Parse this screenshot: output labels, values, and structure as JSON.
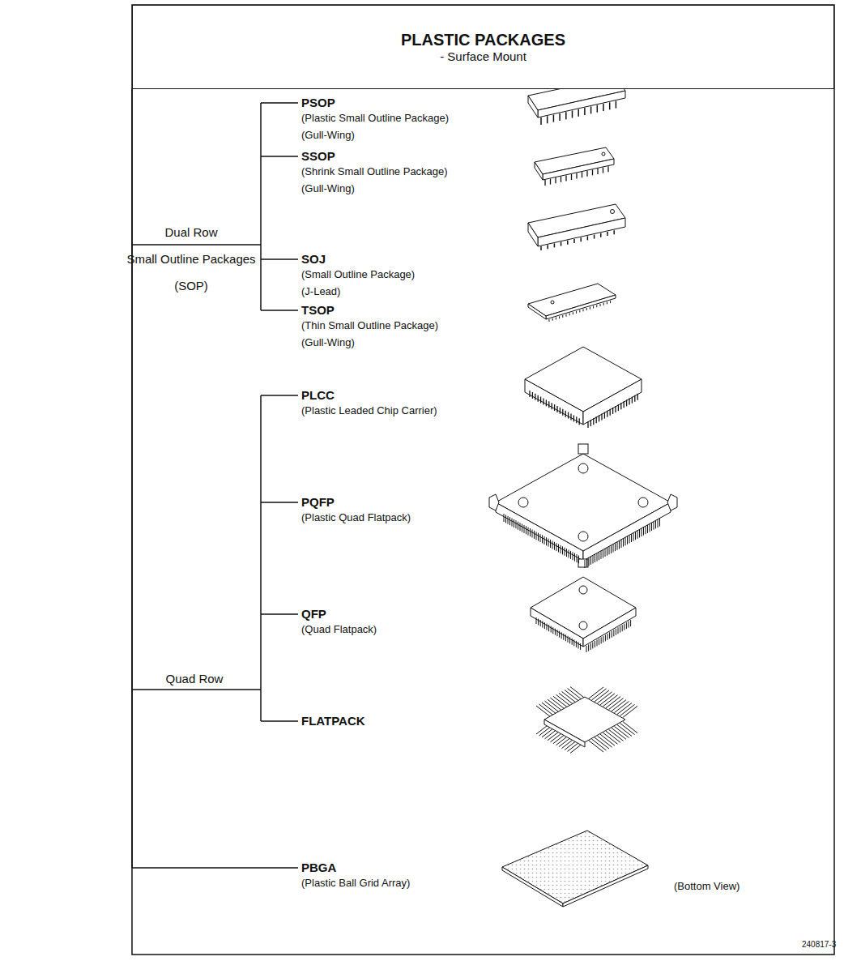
{
  "diagram": {
    "nodes": [
      {
        "text": [
          "PLASTIC PACKAGES",
          "- Surface Mount"
        ]
      }
    ],
    "labels": [
      "Dual Row",
      "Small Outline Packages",
      "(SOP)",
      "PSOP",
      "(Plastic Small Outline Package)",
      "(Gull-Wing)",
      "SSOP",
      "(Shrink Small Outline Package)",
      "(Gull-Wing)",
      "SOJ",
      "(Small Outline Package)",
      "(J-Lead)",
      "TSOP",
      "(Thin Small Outline Package)",
      "(Gull-Wing)",
      "PLCC",
      "(Plastic Leaded Chip Carrier)",
      "PQFP",
      "(Plastic Quad Flatpack)",
      "Quad Row",
      "QFP",
      "(Quad Flatpack)",
      "FLATPACK",
      "PBGA",
      "(Plastic Ball Grid Array)",
      "(Bottom View)",
      "240817-3"
    ]
  }
}
